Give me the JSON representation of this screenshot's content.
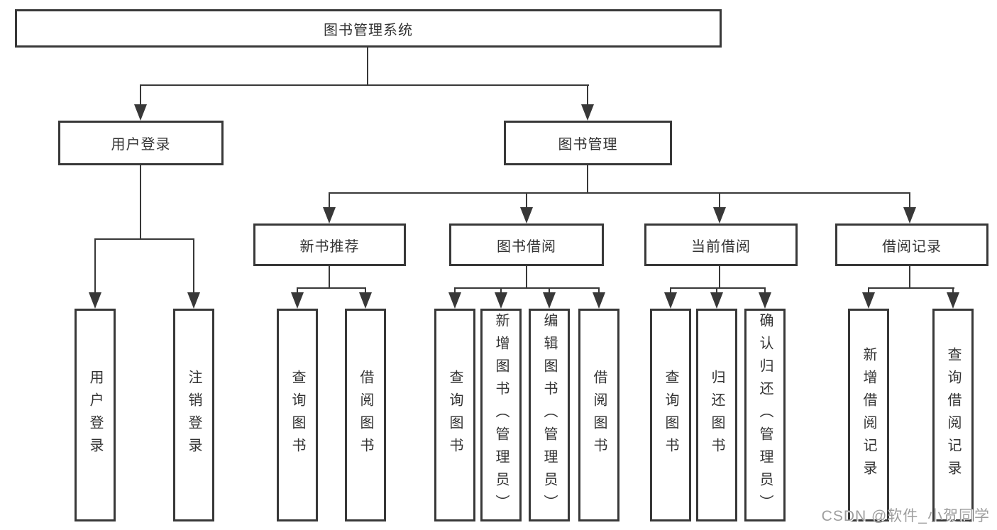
{
  "diagram_type": "hierarchy-tree",
  "colors": {
    "background": "#ffffff",
    "box_border": "#383838",
    "connector_line": "#383838",
    "text": "#333333",
    "watermark_text": "#9e9e9e"
  },
  "watermark": "CSDN @软件_小贺同学",
  "tree": {
    "label": "图书管理系统",
    "children": [
      {
        "label": "用户登录",
        "children": [
          {
            "label": "用户登录"
          },
          {
            "label": "注销登录"
          }
        ]
      },
      {
        "label": "图书管理",
        "children": [
          {
            "label": "新书推荐",
            "children": [
              {
                "label": "查询图书"
              },
              {
                "label": "借阅图书"
              }
            ]
          },
          {
            "label": "图书借阅",
            "children": [
              {
                "label": "查询图书"
              },
              {
                "label": "新增图书（管理员）"
              },
              {
                "label": "编辑图书（管理员）"
              },
              {
                "label": "借阅图书"
              }
            ]
          },
          {
            "label": "当前借阅",
            "children": [
              {
                "label": "查询图书"
              },
              {
                "label": "归还图书"
              },
              {
                "label": "确认归还（管理员）"
              }
            ]
          },
          {
            "label": "借阅记录",
            "children": [
              {
                "label": "新增借阅记录"
              },
              {
                "label": "查询借阅记录"
              }
            ]
          }
        ]
      }
    ]
  }
}
